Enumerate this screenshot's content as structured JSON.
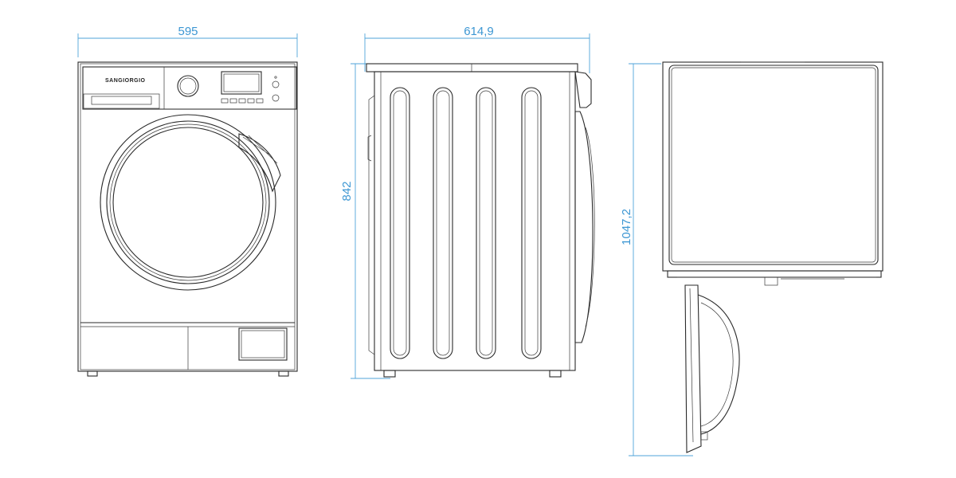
{
  "dimensions": {
    "width": "595",
    "depth": "614,9",
    "height": "842",
    "depth_open": "1047,2"
  },
  "brand": "SANGIORGIO",
  "colors": {
    "dimension_line": "#4fa3d9",
    "dimension_text": "#3d97d3",
    "outline": "#2a2a2a"
  }
}
